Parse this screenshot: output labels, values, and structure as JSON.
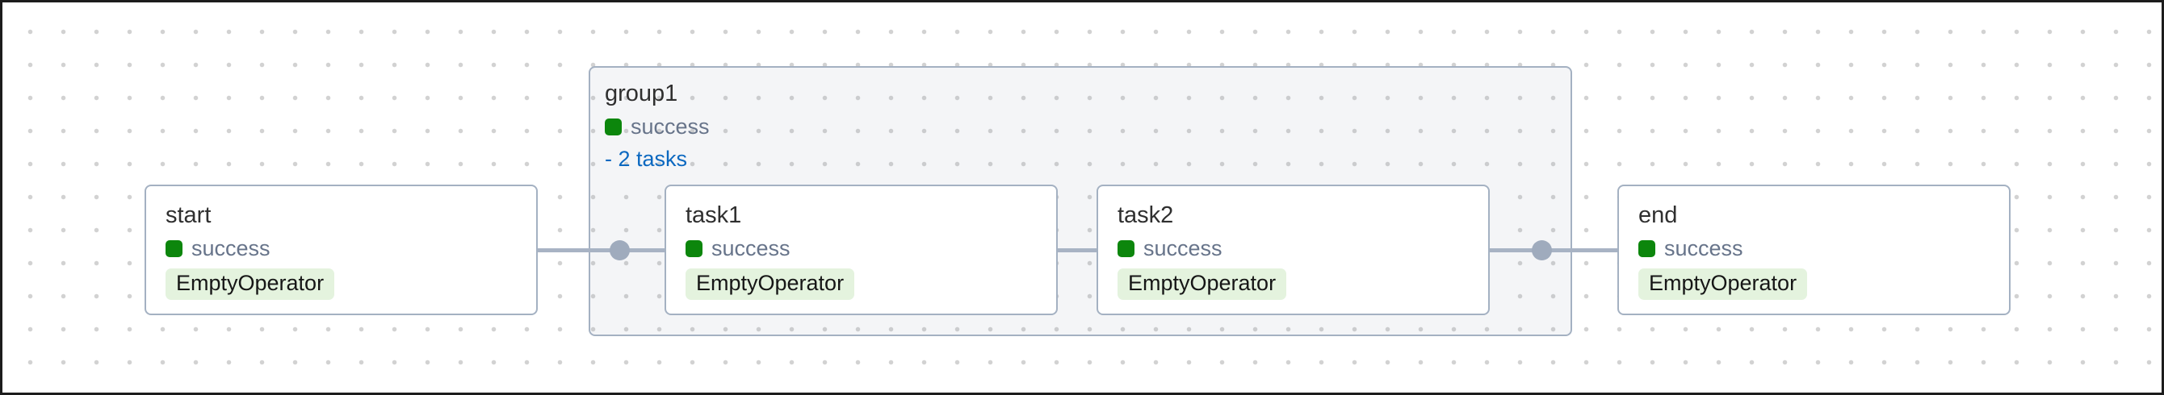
{
  "group": {
    "title": "group1",
    "status": "success",
    "tasks_toggle": "- 2 tasks"
  },
  "nodes": [
    {
      "id": "start",
      "title": "start",
      "status": "success",
      "operator": "EmptyOperator"
    },
    {
      "id": "task1",
      "title": "task1",
      "status": "success",
      "operator": "EmptyOperator"
    },
    {
      "id": "task2",
      "title": "task2",
      "status": "success",
      "operator": "EmptyOperator"
    },
    {
      "id": "end",
      "title": "end",
      "status": "success",
      "operator": "EmptyOperator"
    }
  ],
  "edges": [
    {
      "from": "start",
      "to": "task1"
    },
    {
      "from": "task1",
      "to": "task2"
    },
    {
      "from": "task2",
      "to": "end"
    }
  ],
  "colors": {
    "success_green": "#0c860c",
    "operator_pill_bg": "#e4f3de",
    "tasks_link_blue": "#0b68c0",
    "edge_gray": "#a8b3c4",
    "node_border": "#a4b1c2"
  }
}
